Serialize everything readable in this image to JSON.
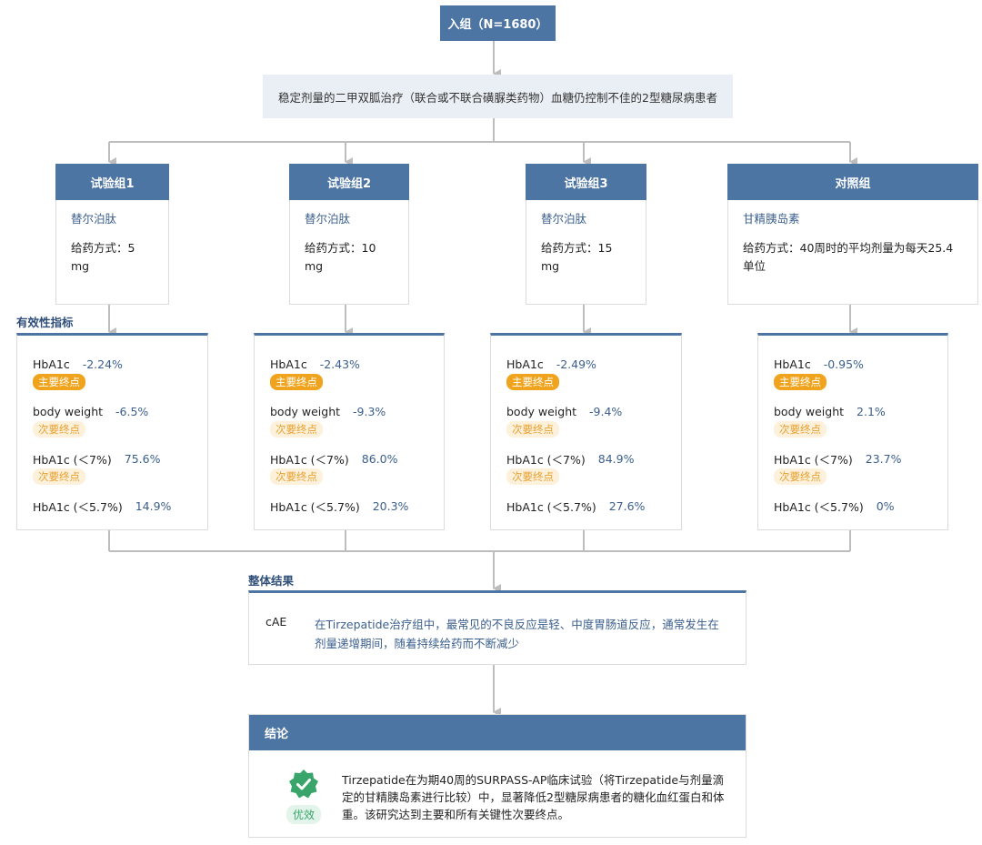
{
  "enrollment": {
    "label": "入组（N=1680）"
  },
  "population": {
    "label": "稳定剂量的二甲双胍治疗（联合或不联合磺脲类药物）血糖仍控制不佳的2型糖尿病患者"
  },
  "arms": [
    {
      "title": "试验组1",
      "drug": "替尔泊肽",
      "dose": "给药方式：5 mg"
    },
    {
      "title": "试验组2",
      "drug": "替尔泊肽",
      "dose": "给药方式：10 mg"
    },
    {
      "title": "试验组3",
      "drug": "替尔泊肽",
      "dose": "给药方式：15 mg"
    },
    {
      "title": "对照组",
      "drug": "甘精胰岛素",
      "dose": "给药方式：40周时的平均剂量为每天25.4单位"
    }
  ],
  "efficacy_label": "有效性指标",
  "panels": [
    {
      "metrics": [
        {
          "name": "HbA1c",
          "value": "-2.24%",
          "badge": "主要终点",
          "kind": "primary"
        },
        {
          "name": "body weight",
          "value": "-6.5%",
          "badge": "次要终点",
          "kind": "secondary"
        },
        {
          "name": "HbA1c (＜7%)",
          "value": "75.6%",
          "badge": "次要终点",
          "kind": "secondary"
        },
        {
          "name": "HbA1c (＜5.7%)",
          "value": "14.9%",
          "badge": "",
          "kind": ""
        }
      ]
    },
    {
      "metrics": [
        {
          "name": "HbA1c",
          "value": "-2.43%",
          "badge": "主要终点",
          "kind": "primary"
        },
        {
          "name": "body weight",
          "value": "-9.3%",
          "badge": "次要终点",
          "kind": "secondary"
        },
        {
          "name": "HbA1c (＜7%)",
          "value": "86.0%",
          "badge": "次要终点",
          "kind": "secondary"
        },
        {
          "name": "HbA1c (＜5.7%)",
          "value": "20.3%",
          "badge": "",
          "kind": ""
        }
      ]
    },
    {
      "metrics": [
        {
          "name": "HbA1c",
          "value": "-2.49%",
          "badge": "主要终点",
          "kind": "primary"
        },
        {
          "name": "body weight",
          "value": "-9.4%",
          "badge": "次要终点",
          "kind": "secondary"
        },
        {
          "name": "HbA1c (＜7%)",
          "value": "84.9%",
          "badge": "次要终点",
          "kind": "secondary"
        },
        {
          "name": "HbA1c (＜5.7%)",
          "value": "27.6%",
          "badge": "",
          "kind": ""
        }
      ]
    },
    {
      "metrics": [
        {
          "name": "HbA1c",
          "value": "-0.95%",
          "badge": "主要终点",
          "kind": "primary"
        },
        {
          "name": "body weight",
          "value": "2.1%",
          "badge": "次要终点",
          "kind": "secondary"
        },
        {
          "name": "HbA1c (＜7%)",
          "value": "23.7%",
          "badge": "次要终点",
          "kind": "secondary"
        },
        {
          "name": "HbA1c (＜5.7%)",
          "value": "0%",
          "badge": "",
          "kind": ""
        }
      ]
    }
  ],
  "overall": {
    "label": "整体结果",
    "item_name": "cAE",
    "item_text": "在Tirzepatide治疗组中，最常见的不良反应是轻、中度胃肠道反应，通常发生在剂量递增期间，随着持续给药而不断减少"
  },
  "conclusion": {
    "title": "结论",
    "badge": "优效",
    "icon": "verified-check-icon",
    "text": "Tirzepatide在为期40周的SURPASS-AP临床试验（将Tirzepatide与剂量滴定的甘精胰岛素进行比较）中，显著降低2型糖尿病患者的糖化血红蛋白和体重。该研究达到主要和所有关键性次要终点。"
  },
  "colors": {
    "header": "#4d75a3",
    "accent_text": "#3b5f8d",
    "connector": "#bdbdbd",
    "primary_badge": "#f0a31c",
    "secondary_badge_text": "#e8a02e",
    "good_green": "#3aa56b"
  }
}
